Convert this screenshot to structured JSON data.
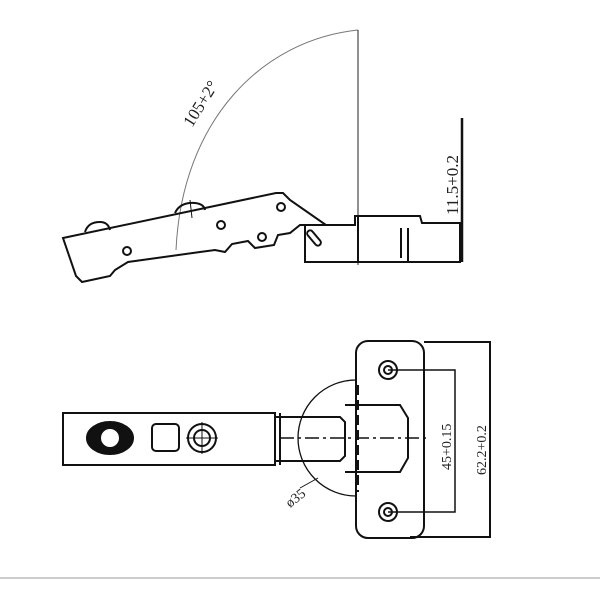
{
  "drawing": {
    "side_view": {
      "opening_angle_label": "105+2°",
      "overlay_label": "11.5+0.2"
    },
    "top_view": {
      "hole_spacing_label": "45+0.15",
      "plate_length_label": "62.2+0.2",
      "cup_diameter_label": "ø35"
    },
    "colors": {
      "line": "#111111",
      "thin": "#777777",
      "footer_rule": "#cccccc"
    }
  }
}
